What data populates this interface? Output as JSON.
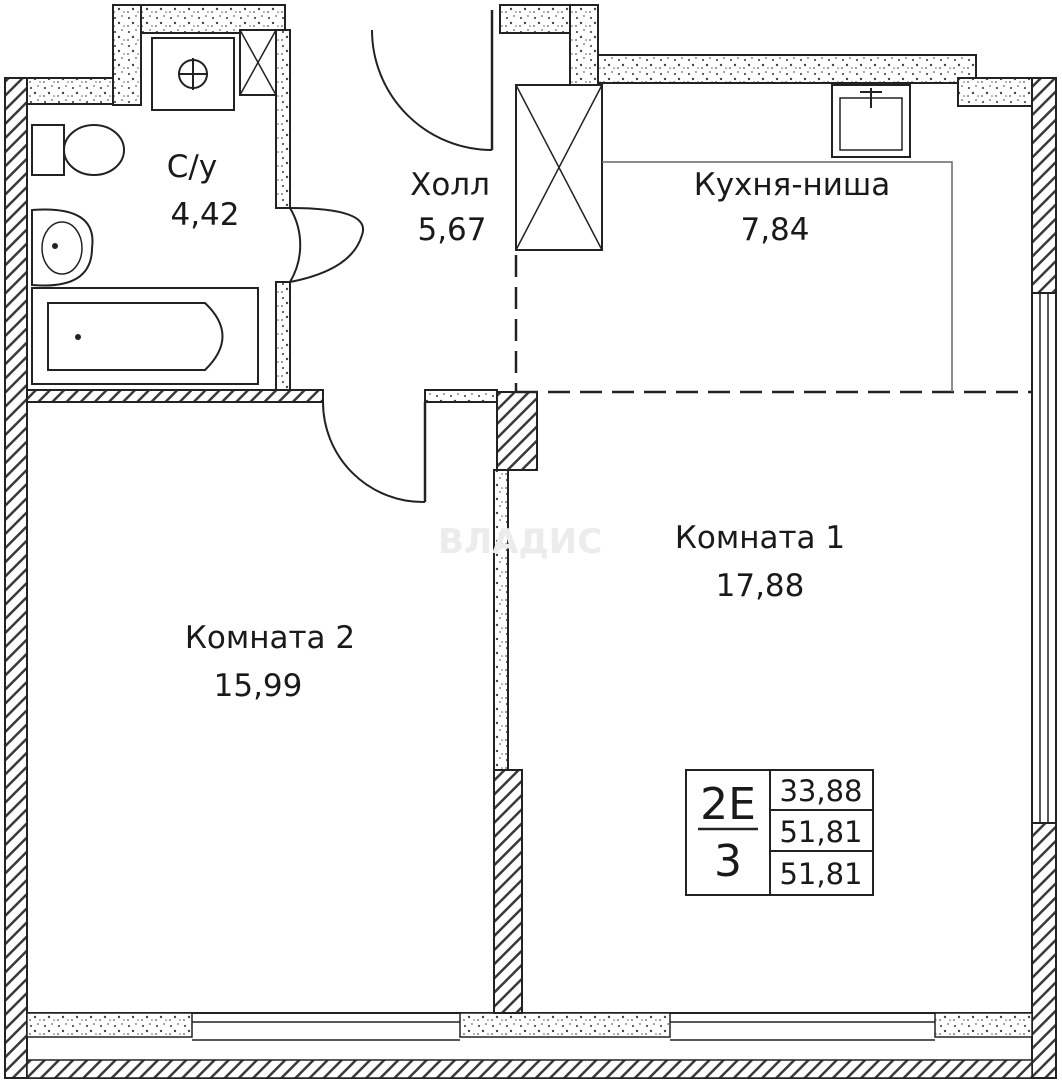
{
  "rooms": {
    "bathroom": {
      "name": "С/у",
      "area": "4,42"
    },
    "hall": {
      "name": "Холл",
      "area": "5,67"
    },
    "kitchen": {
      "name": "Кухня-ниша",
      "area": "7,84"
    },
    "room1": {
      "name": "Комната 1",
      "area": "17,88"
    },
    "room2": {
      "name": "Комната 2",
      "area": "15,99"
    }
  },
  "apartment_tag": {
    "type": "2Е",
    "floor": "3",
    "living_area": "33,88",
    "total_area": "51,81",
    "total_area_with_balcony": "51,81"
  },
  "watermark": "ВЛАДИС",
  "colors": {
    "line": "#222222",
    "wall_hatch": "#555555",
    "bg": "#ffffff"
  }
}
